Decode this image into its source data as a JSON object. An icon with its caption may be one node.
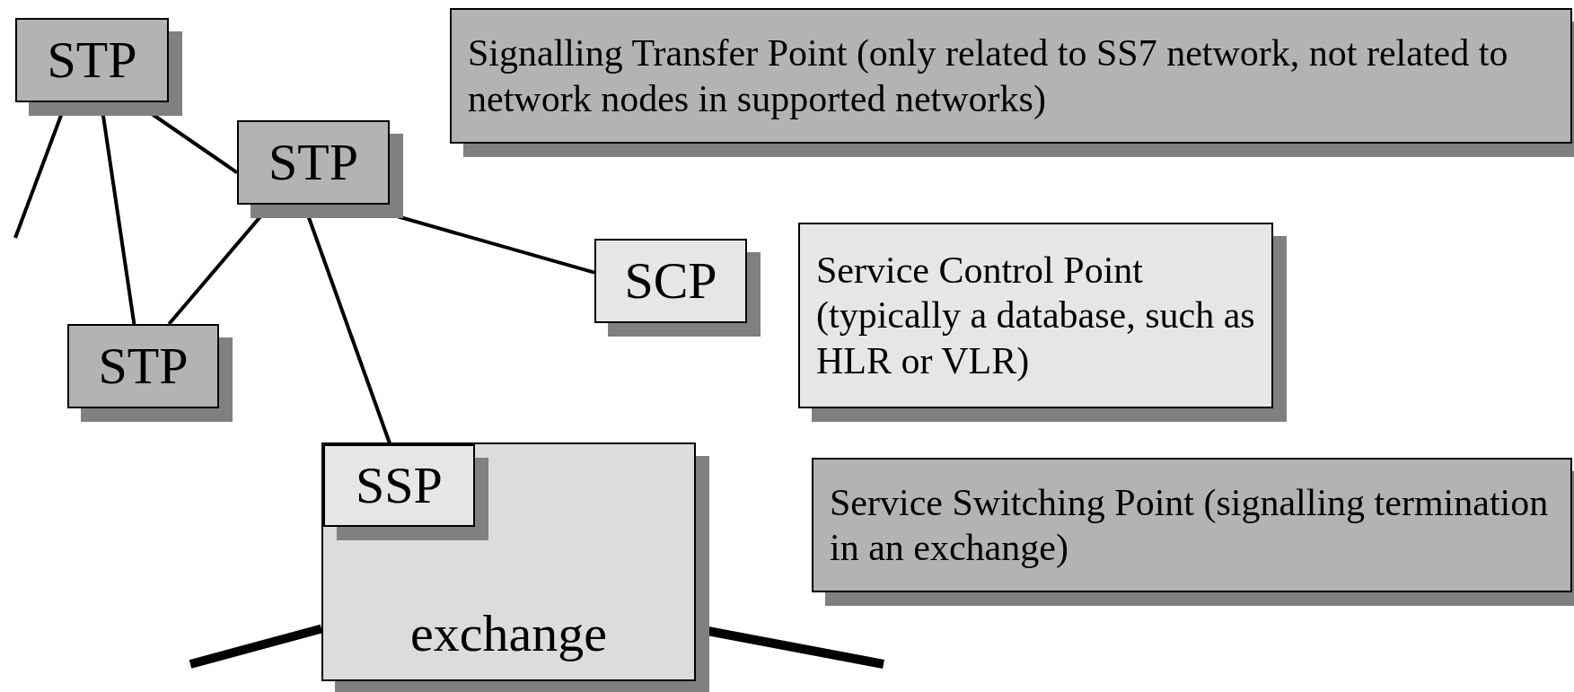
{
  "diagram": {
    "nodes": [
      {
        "text": [
          "STP"
        ]
      },
      {
        "text": [
          "Signalling Transfer Point  (only related to SS7 network, not related to network nodes in supported networks)"
        ]
      },
      {
        "text": [
          "STP"
        ]
      },
      {
        "text": [
          "SCP"
        ]
      },
      {
        "text": [
          "Service Control Point (typically a database, such as HLR or VLR)"
        ]
      },
      {
        "text": [
          "STP"
        ]
      },
      {
        "text": [
          "exchange"
        ]
      },
      {
        "text": [
          "SSP"
        ],
        "in": 6
      },
      {
        "text": [
          "Service Switching Point (signalling termination in an exchange)"
        ]
      }
    ],
    "edges": [
      {
        "from": 0,
        "to": null,
        "arrow": "none"
      },
      {
        "from": 0,
        "to": 2,
        "arrow": "none"
      },
      {
        "from": 0,
        "to": 5,
        "arrow": "none"
      },
      {
        "from": 2,
        "to": 5,
        "arrow": "none"
      },
      {
        "from": 2,
        "to": 3,
        "arrow": "none"
      },
      {
        "from": 2,
        "to": 7,
        "arrow": "none"
      },
      {
        "from": null,
        "to": 6,
        "arrow": "none",
        "style": "thick"
      },
      {
        "from": 6,
        "to": null,
        "arrow": "none",
        "style": "thick"
      }
    ]
  }
}
